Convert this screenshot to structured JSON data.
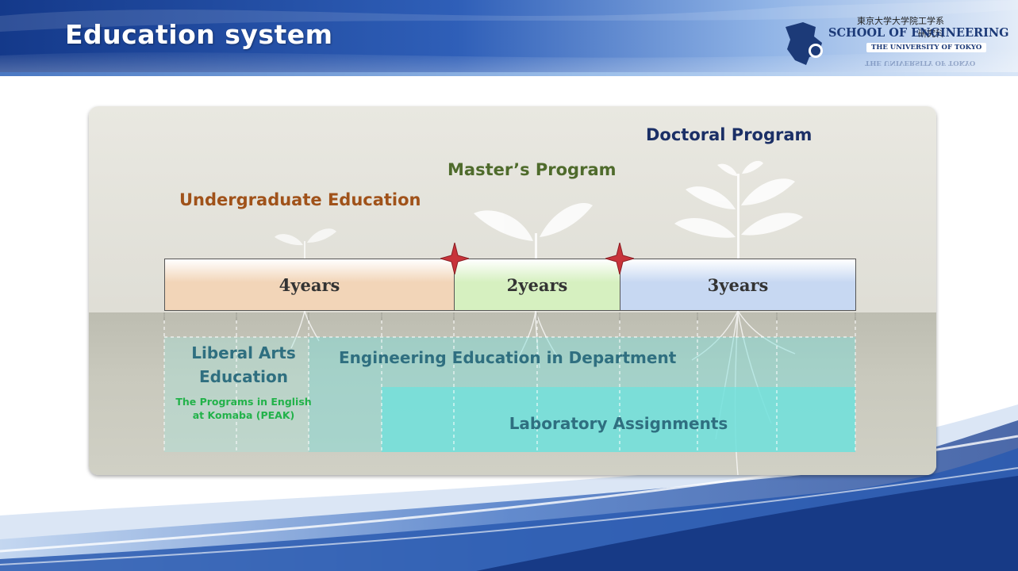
{
  "slide": {
    "title": "Education system"
  },
  "logo": {
    "japanese_text": "東京大学大学院工学系研究科",
    "school_text": "SCHOOL OF ENGINEERING",
    "university_text": "THE UNIVERSITY OF TOKYO"
  },
  "diagram": {
    "stages": [
      {
        "label": "Undergraduate Education",
        "duration": "4years",
        "color": "#a0521a",
        "bar_color": "#f2d5b8"
      },
      {
        "label": "Master’s Program",
        "duration": "2years",
        "color": "#4f6b2c",
        "bar_color": "#d6f0c0"
      },
      {
        "label": "Doctoral Program",
        "duration": "3years",
        "color": "#1b2f66",
        "bar_color": "#c7d8f2"
      }
    ],
    "liberal_arts": {
      "title": "Liberal Arts Education",
      "subtitle": "The Programs in English at Komaba (PEAK)",
      "title_color": "#2f6f80",
      "subtitle_color": "#22b24a"
    },
    "engineering_education": {
      "label": "Engineering Education in Department"
    },
    "laboratory": {
      "label": "Laboratory Assignments"
    },
    "milestone_color": "#c8333a"
  }
}
